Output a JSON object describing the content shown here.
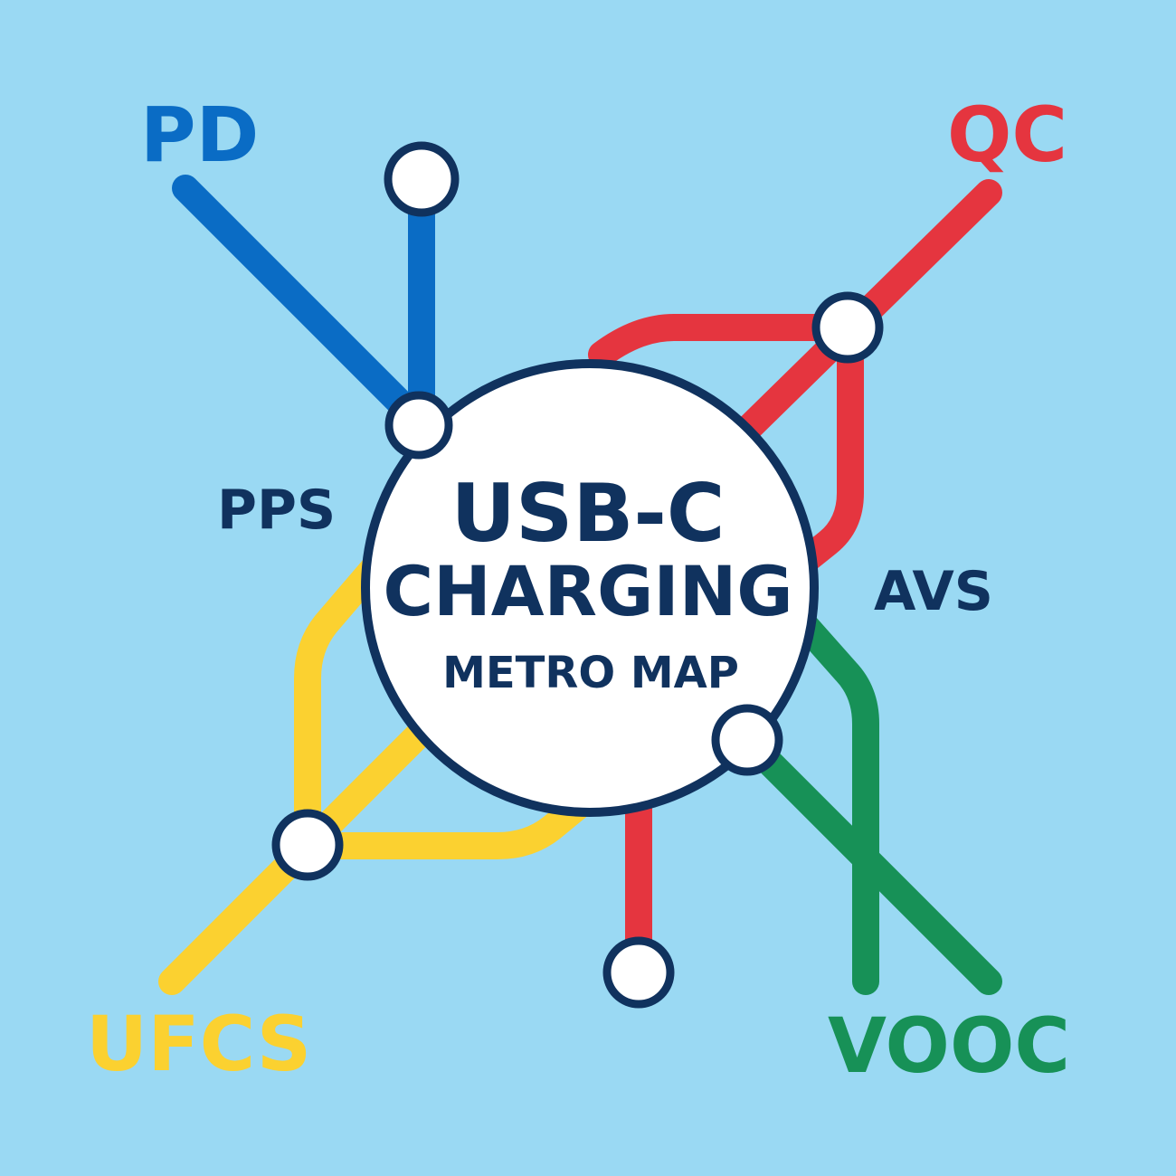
{
  "hub": {
    "line1": "USB-C",
    "line2": "CHARGING",
    "line3": "METRO MAP"
  },
  "lines": {
    "pd": {
      "label": "PD",
      "color": "#0a6cc5"
    },
    "qc": {
      "label": "QC",
      "color": "#e5353f"
    },
    "ufcs": {
      "label": "UFCS",
      "color": "#fbd130"
    },
    "vooc": {
      "label": "VOOC",
      "color": "#179157"
    }
  },
  "sub_labels": {
    "pps": "PPS",
    "avs": "AVS"
  },
  "colors": {
    "background": "#9ad9f3",
    "outline": "#10325e",
    "station_fill": "#ffffff"
  }
}
